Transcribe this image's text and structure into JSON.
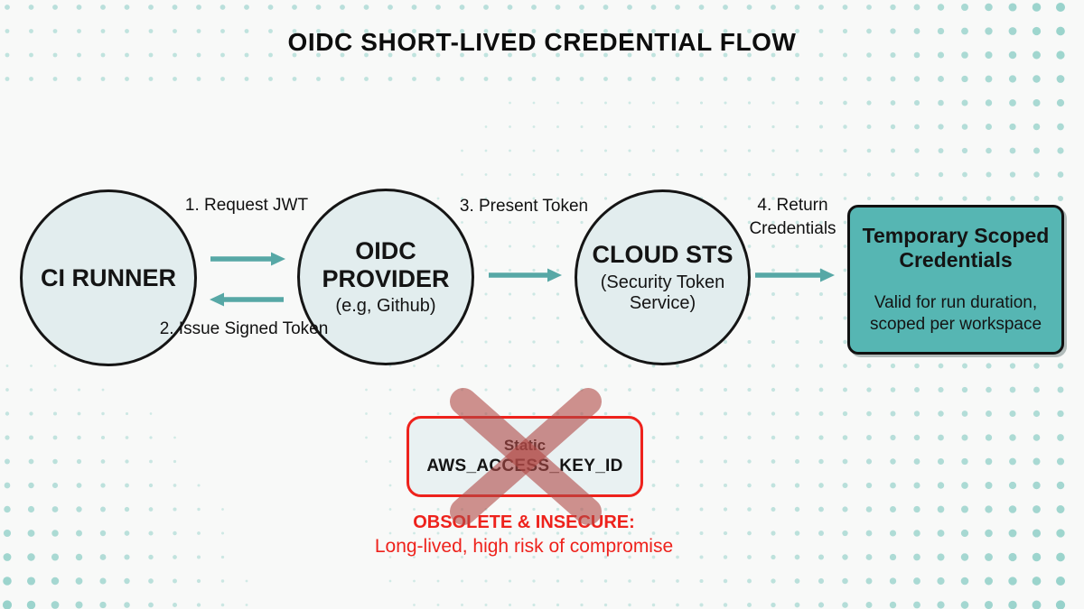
{
  "title": "OIDC SHORT-LIVED CREDENTIAL FLOW",
  "colors": {
    "ink": "#141414",
    "accent": "#57a8a6",
    "box-teal": "#56b6b3",
    "circle-fill": "#e2edee",
    "red": "#ee221c",
    "x-red": "#b04a46",
    "dot": "#7cc7be",
    "bg": "#f8f9f8"
  },
  "flow": {
    "nodes": [
      {
        "id": "ci-runner",
        "label": "CI RUNNER",
        "sublabel": ""
      },
      {
        "id": "oidc-provider",
        "label": "OIDC PROVIDER",
        "sublabel": "(e.g, Github)"
      },
      {
        "id": "cloud-sts",
        "label": "CLOUD STS",
        "sublabel": "(Security Token Service)"
      }
    ],
    "steps": [
      {
        "label": "1. Request JWT",
        "direction": "right"
      },
      {
        "label": "2. Issue Signed Token",
        "direction": "left"
      },
      {
        "label": "3. Present Token",
        "direction": "right"
      },
      {
        "label": "4. Return Credentials",
        "direction": "right"
      }
    ],
    "result": {
      "title": "Temporary Scoped Credentials",
      "body": "Valid for run duration, scoped per workspace"
    }
  },
  "deprecated": {
    "line1": "Static",
    "line2": "AWS_ACCESS_KEY_ID",
    "warning_title": "OBSOLETE & INSECURE:",
    "warning_body": "Long-lived, high risk of compromise"
  }
}
